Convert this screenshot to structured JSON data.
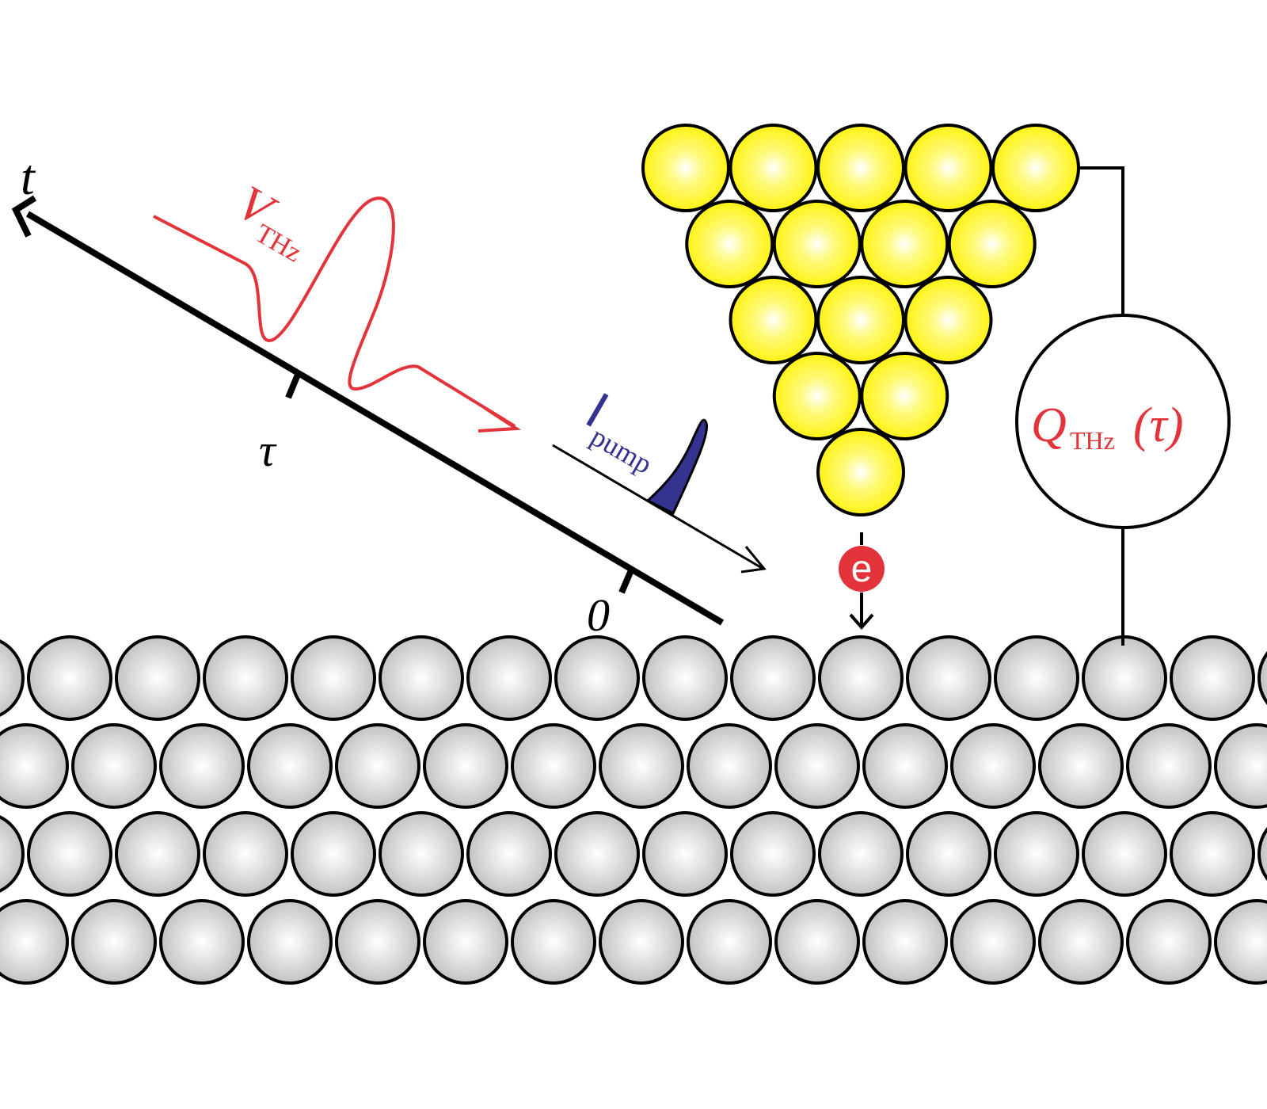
{
  "labels": {
    "t_axis": "t",
    "tau_tick": "τ",
    "zero_tick": "0",
    "v_main": "V",
    "v_sub": "THz",
    "i_main": "I",
    "i_sub": "pump",
    "electron": "e",
    "q_main": "Q",
    "q_sub": "THz",
    "q_arg": "(τ)"
  },
  "colors": {
    "thz_pulse": "#e2343a",
    "pump_pulse": "#34338f",
    "tip_atom": "#fff200",
    "substrate_atom": "#c9c9c9",
    "stroke": "#000000"
  },
  "icons": {
    "tip": "gold-atom-tip",
    "substrate": "silver-atom-lattice",
    "meter": "charge-meter-circle",
    "electron": "electron-symbol"
  }
}
